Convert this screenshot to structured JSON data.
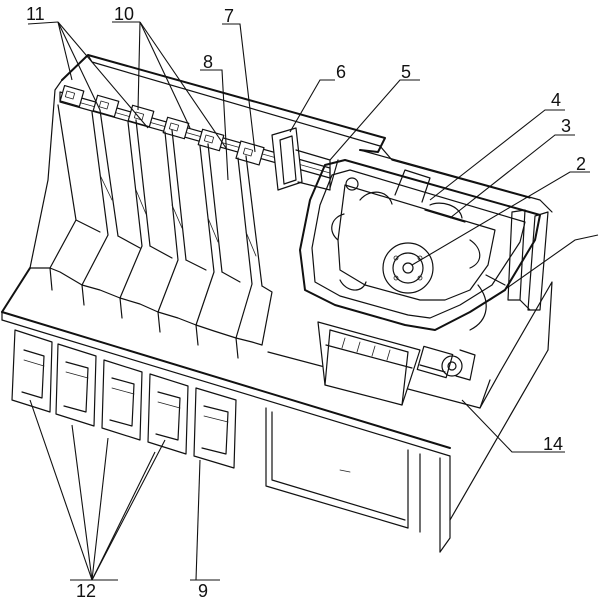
{
  "callouts": [
    {
      "id": "11",
      "text": "11"
    },
    {
      "id": "10",
      "text": "10"
    },
    {
      "id": "7",
      "text": "7"
    },
    {
      "id": "8",
      "text": "8"
    },
    {
      "id": "6",
      "text": "6"
    },
    {
      "id": "5",
      "text": "5"
    },
    {
      "id": "4",
      "text": "4"
    },
    {
      "id": "3",
      "text": "3"
    },
    {
      "id": "2",
      "text": "2"
    },
    {
      "id": "14",
      "text": "14"
    },
    {
      "id": "12",
      "text": "12"
    },
    {
      "id": "9",
      "text": "9"
    }
  ]
}
